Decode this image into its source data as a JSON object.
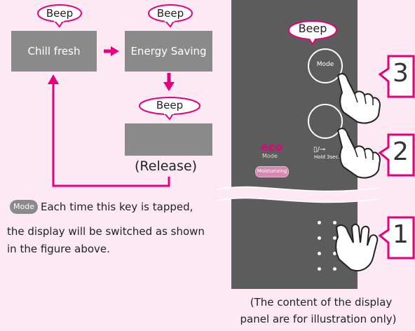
{
  "diagram": {
    "beep_label": "Beep",
    "chill_fresh_label": "Chill fresh",
    "energy_saving_label": "Energy Saving",
    "release_label": "(Release)",
    "mode_key_label": "Mode",
    "description_line1": "Each time this key is tapped,",
    "description_line2": "the display will be switched as shown",
    "description_line3": "in the figure above."
  },
  "panel": {
    "mode_button_label": "Mode",
    "eco_label": "eco",
    "eco_mode_label": "Mode",
    "moisturizing_label": "Moisturizing",
    "hold_label": "Hold 3sec.",
    "step_numbers": [
      "3",
      "2",
      "1"
    ],
    "caption_line1": "(The content of the display",
    "caption_line2": "panel are for illustration only)"
  },
  "colors": {
    "background": "#fce9f4",
    "accent": "#e6007e",
    "box_gray": "#8a8a8a",
    "panel_gray": "#5c5c5c"
  }
}
